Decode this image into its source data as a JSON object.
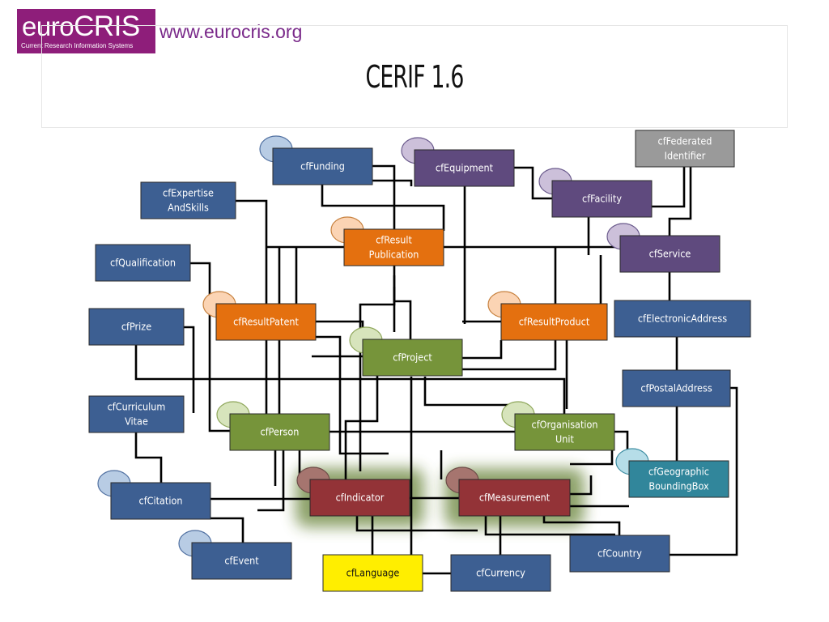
{
  "header": {
    "logo_text_euro": "euro",
    "logo_text_cris": "CRIS",
    "logo_subtitle": "Current Research Information Systems",
    "url": "www.eurocris.org",
    "title": "CERIF 1.6"
  },
  "colors": {
    "blue": "#3d5f92",
    "purple": "#5f4a7e",
    "orange": "#e4700f",
    "green": "#76943a",
    "red": "#933337",
    "gray": "#9a9a9a",
    "teal": "#31869b",
    "yellow": "#ffee00"
  },
  "entities": [
    {
      "id": "federated-identifier",
      "lines": [
        "cfFederated",
        "Identifier"
      ],
      "color": "gray"
    },
    {
      "id": "funding",
      "lines": [
        "cfFunding"
      ],
      "color": "blue"
    },
    {
      "id": "equipment",
      "lines": [
        "cfEquipment"
      ],
      "color": "purple"
    },
    {
      "id": "facility",
      "lines": [
        "cfFacility"
      ],
      "color": "purple"
    },
    {
      "id": "expertise-and-skills",
      "lines": [
        "cfExpertise",
        "AndSkills"
      ],
      "color": "blue"
    },
    {
      "id": "result-publication",
      "lines": [
        "cfResult",
        "Publication"
      ],
      "color": "orange"
    },
    {
      "id": "service",
      "lines": [
        "cfService"
      ],
      "color": "purple"
    },
    {
      "id": "qualification",
      "lines": [
        "cfQualification"
      ],
      "color": "blue"
    },
    {
      "id": "electronic-address",
      "lines": [
        "cfElectronicAddress"
      ],
      "color": "blue"
    },
    {
      "id": "prize",
      "lines": [
        "cfPrize"
      ],
      "color": "blue"
    },
    {
      "id": "result-patent",
      "lines": [
        "cfResultPatent"
      ],
      "color": "orange"
    },
    {
      "id": "result-product",
      "lines": [
        "cfResultProduct"
      ],
      "color": "orange"
    },
    {
      "id": "project",
      "lines": [
        "cfProject"
      ],
      "color": "green"
    },
    {
      "id": "postal-address",
      "lines": [
        "cfPostalAddress"
      ],
      "color": "blue"
    },
    {
      "id": "curriculum-vitae",
      "lines": [
        "cfCurriculum",
        "Vitae"
      ],
      "color": "blue"
    },
    {
      "id": "person",
      "lines": [
        "cfPerson"
      ],
      "color": "green"
    },
    {
      "id": "organisation-unit",
      "lines": [
        "cfOrganisation",
        "Unit"
      ],
      "color": "green"
    },
    {
      "id": "geographic-bounding-box",
      "lines": [
        "cfGeographic",
        "BoundingBox"
      ],
      "color": "teal"
    },
    {
      "id": "citation",
      "lines": [
        "cfCitation"
      ],
      "color": "blue"
    },
    {
      "id": "indicator",
      "lines": [
        "cfIndicator"
      ],
      "color": "red"
    },
    {
      "id": "measurement",
      "lines": [
        "cfMeasurement"
      ],
      "color": "red"
    },
    {
      "id": "event",
      "lines": [
        "cfEvent"
      ],
      "color": "blue"
    },
    {
      "id": "country",
      "lines": [
        "cfCountry"
      ],
      "color": "blue"
    },
    {
      "id": "language",
      "lines": [
        "cfLanguage"
      ],
      "color": "yellow"
    },
    {
      "id": "currency",
      "lines": [
        "cfCurrency"
      ],
      "color": "blue"
    }
  ]
}
